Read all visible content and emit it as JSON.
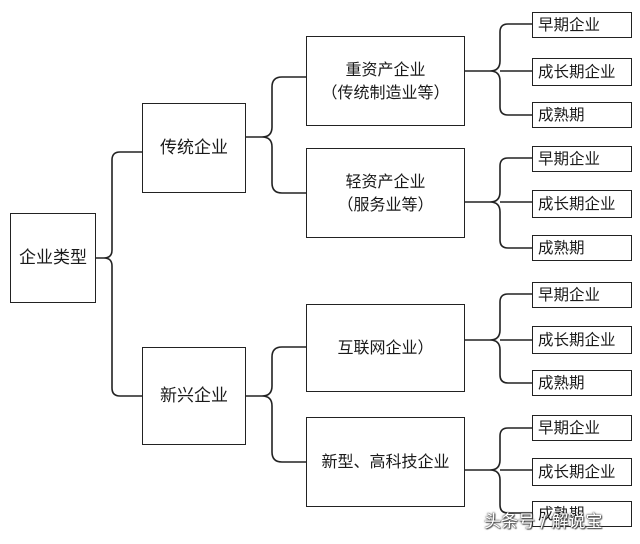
{
  "root": {
    "label": "企业类型"
  },
  "categories": [
    {
      "label": "传统企业",
      "groups": [
        {
          "lines": [
            "重资产企业",
            "（传统制造业等）"
          ],
          "stages": [
            "早期企业",
            "成长期企业",
            "成熟期"
          ]
        },
        {
          "lines": [
            "轻资产企业",
            "（服务业等）"
          ],
          "stages": [
            "早期企业",
            "成长期企业",
            "成熟期"
          ]
        }
      ]
    },
    {
      "label": "新兴企业",
      "groups": [
        {
          "lines": [
            "互联网企业）"
          ],
          "stages": [
            "早期企业",
            "成长期企业",
            "成熟期"
          ]
        },
        {
          "lines": [
            "新型、高科技企业"
          ],
          "stages": [
            "早期企业",
            "成长期企业",
            "成熟期"
          ]
        }
      ]
    }
  ],
  "watermark": "头条号 / 解说宝"
}
